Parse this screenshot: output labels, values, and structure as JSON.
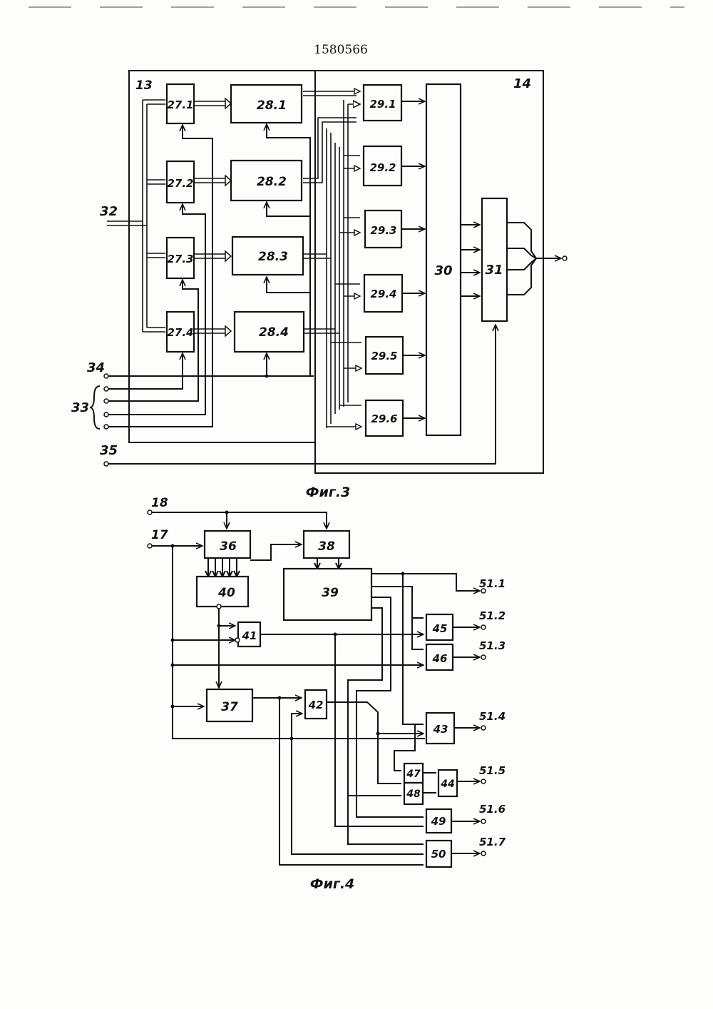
{
  "document_number": "1580566",
  "figure3": {
    "caption": "Фиг.3",
    "label_13": "13",
    "label_14": "14",
    "b27": [
      "27.1",
      "27.2",
      "27.3",
      "27.4"
    ],
    "b28": [
      "28.1",
      "28.2",
      "28.3",
      "28.4"
    ],
    "b29": [
      "29.1",
      "29.2",
      "29.3",
      "29.4",
      "29.5",
      "29.6"
    ],
    "b30": "30",
    "b31": "31",
    "in32": "32",
    "in33": "33",
    "in34": "34",
    "in35": "35"
  },
  "figure4": {
    "caption": "Фиг.4",
    "in18": "18",
    "in17": "17",
    "b36": "36",
    "b37": "37",
    "b38": "38",
    "b39": "39",
    "b40": "40",
    "b41": "41",
    "b42": "42",
    "b43": "43",
    "b44": "44",
    "b45": "45",
    "b46": "46",
    "b47": "47",
    "b48": "48",
    "b49": "49",
    "b50": "50",
    "outputs": [
      "51.1",
      "51.2",
      "51.3",
      "51.4",
      "51.5",
      "51.6",
      "51.7"
    ]
  }
}
